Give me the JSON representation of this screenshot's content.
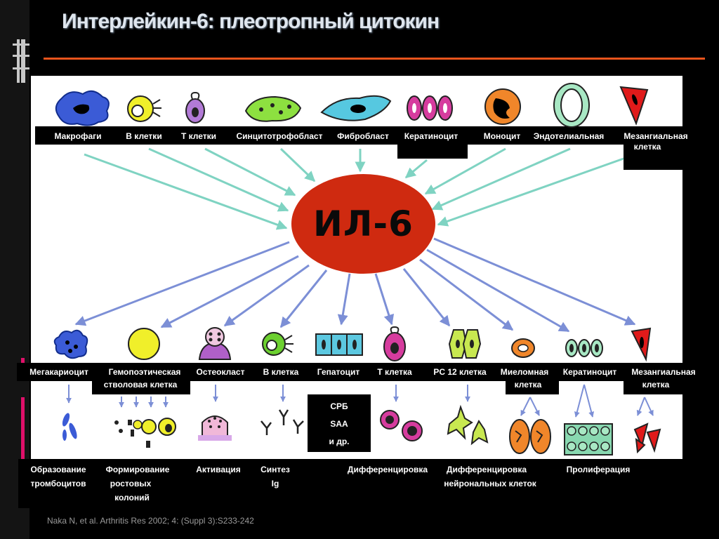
{
  "title": "Интерлейкин-6: плеотропный цитокин",
  "center_label": "ИЛ-6",
  "producers": {
    "macrophages": "Макрофаги",
    "b_cells": "В клетки",
    "t_cells": "Т клетки",
    "syncytiotrophoblast": "Синцитотрофобласт",
    "fibroblast": "Фибробласт",
    "keratinocyte": "Кератиноцит",
    "monocyte": "Моноцит",
    "endothelial": "Эндотелиальная",
    "mesangial_1": "Мезангиальная",
    "mesangial_2": "клетка"
  },
  "targets": {
    "megakaryocyte": "Мегакариоцит",
    "hsc_1": "Гемопоэтическая",
    "hsc_2": "стволовая клетка",
    "osteoclast": "Остеокласт",
    "b_cell": "В клетка",
    "hepatocyte": "Гепатоцит",
    "t_cell": "Т клетка",
    "pc12": "PC 12 клетка",
    "myeloma_1": "Миеломная",
    "myeloma_2": "клетка",
    "keratinocyte": "Кератиноцит",
    "mesangial_1": "Мезангиальная",
    "mesangial_2": "клетка"
  },
  "hepatocyte_products": {
    "crp": "СРБ",
    "saa": "SAA",
    "etc": "и др."
  },
  "outcomes": {
    "platelets_1": "Образование",
    "platelets_2": "тромбоцитов",
    "colonies_1": "Формирование",
    "colonies_2": "ростовых",
    "colonies_3": "колоний",
    "activation": "Активация",
    "ig_1": "Синтез",
    "ig_2": "Ig",
    "differentiation": "Дифференцировка",
    "neuronal_1": "Дифференцировка",
    "neuronal_2": "нейрональных клеток",
    "proliferation": "Пролиферация"
  },
  "reference": "Naka N, et al. Arthritis Res 2002; 4: (Suppl 3):S233-242",
  "colors": {
    "accent_rule": "#e8541c",
    "il6_fill": "#cf2a10",
    "arrow_in": "#7fd3c2",
    "arrow_out": "#7c8fd6",
    "title": "#dfe6ee"
  }
}
